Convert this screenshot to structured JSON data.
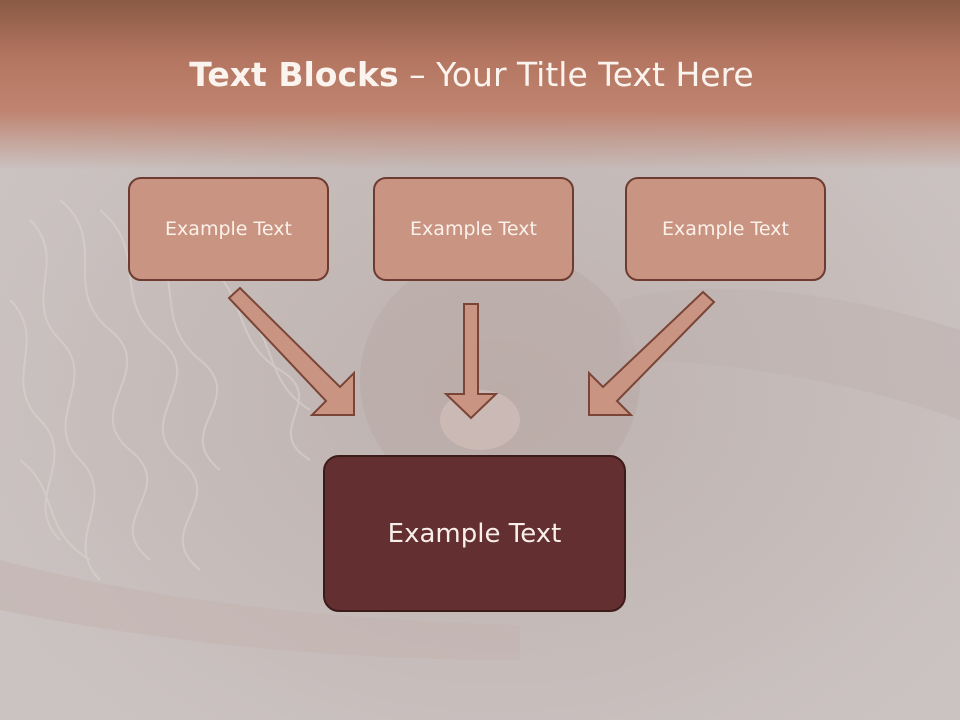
{
  "title": {
    "bold": "Text Blocks",
    "rest": " – Your Title Text Here"
  },
  "blocks": [
    {
      "label": "Example Text"
    },
    {
      "label": "Example Text"
    },
    {
      "label": "Example Text"
    }
  ],
  "result_block": {
    "label": "Example Text"
  },
  "colors": {
    "header": "#b47661",
    "block_fill": "#c99582",
    "block_border": "#6e3b31",
    "result_fill": "#632f30",
    "arrow_fill": "#c99582",
    "background": "#cbc3c2"
  }
}
